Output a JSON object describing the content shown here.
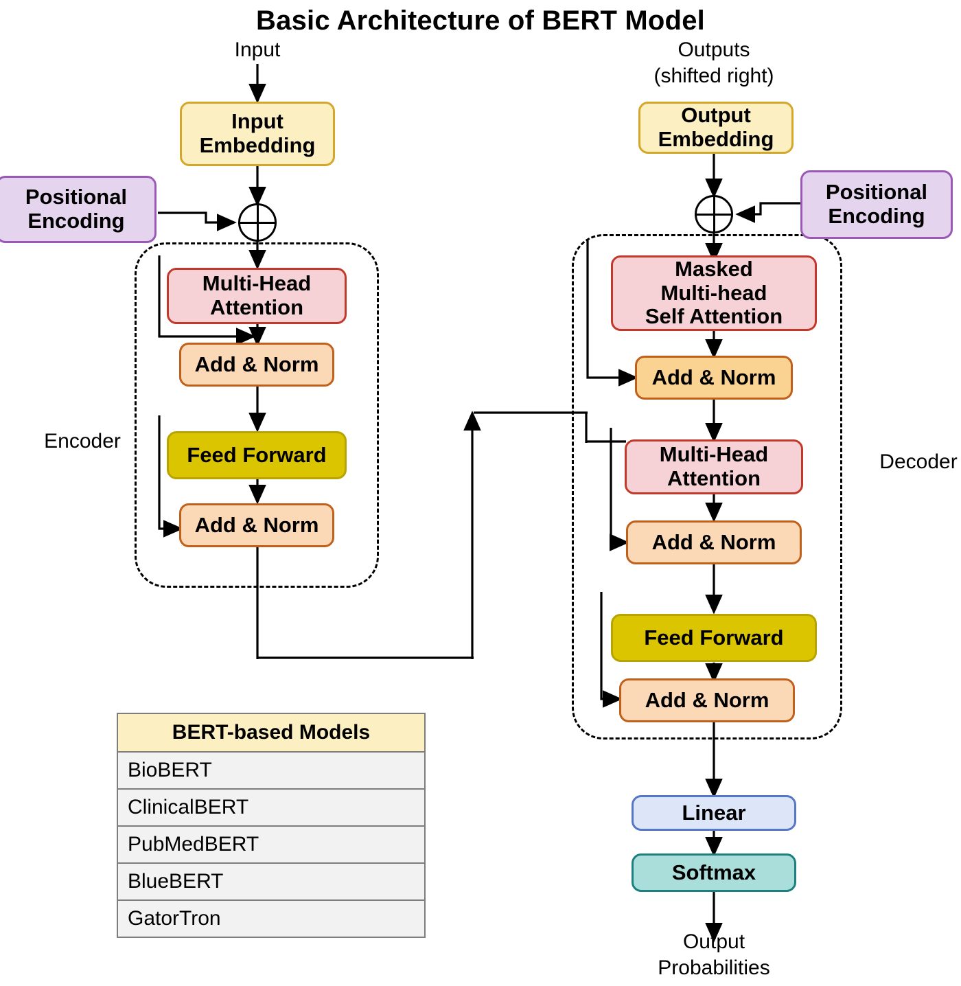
{
  "title": "Basic Architecture of BERT Model",
  "labels": {
    "input": "Input",
    "outputs_line1": "Outputs",
    "outputs_line2": "(shifted right)",
    "encoder": "Encoder",
    "decoder": "Decoder",
    "output_prob_line1": "Output",
    "output_prob_line2": "Probabilities"
  },
  "encoder": {
    "input_embedding": "Input\nEmbedding",
    "positional_encoding": "Positional\nEncoding",
    "multi_head_attention": "Multi-Head\nAttention",
    "add_norm_1": "Add & Norm",
    "feed_forward": "Feed Forward",
    "add_norm_2": "Add & Norm"
  },
  "decoder": {
    "output_embedding": "Output\nEmbedding",
    "positional_encoding": "Positional\nEncoding",
    "masked_attention": "Masked\nMulti-head\nSelf Attention",
    "add_norm_1": "Add & Norm",
    "multi_head_attention": "Multi-Head\nAttention",
    "add_norm_2": "Add & Norm",
    "feed_forward": "Feed Forward",
    "add_norm_3": "Add & Norm"
  },
  "output_head": {
    "linear": "Linear",
    "softmax": "Softmax"
  },
  "models_table": {
    "header": "BERT-based Models",
    "rows": [
      "BioBERT",
      "ClinicalBERT",
      "PubMedBERT",
      "BlueBERT",
      "GatorTron"
    ]
  },
  "colors": {
    "embedding_fill": "#FCEFC2",
    "embedding_border": "#D3A72A",
    "positional_fill": "#E4D4EE",
    "positional_border": "#9B59B6",
    "attention_fill": "#F6D2D6",
    "attention_border": "#C0392B",
    "addnorm_fill": "#FBD9B7",
    "addnorm_deep_fill": "#FAD291",
    "addnorm_border": "#C1601B",
    "feedforward_fill": "#DBC400",
    "feedforward_border": "#B8A400",
    "linear_fill": "#DCE6F8",
    "linear_border": "#5577C4",
    "softmax_fill": "#A9DEDB",
    "softmax_border": "#1C7F80"
  }
}
